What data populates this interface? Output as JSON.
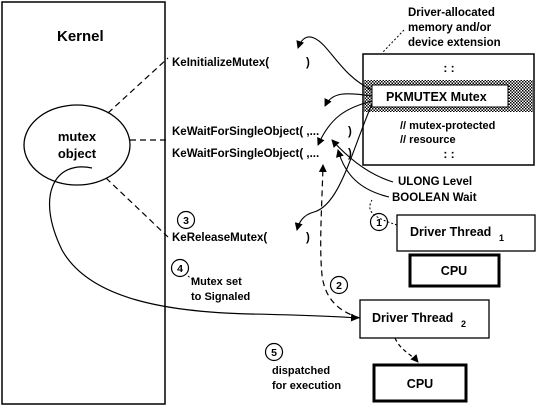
{
  "kernel": {
    "label": "Kernel",
    "mutex_line1": "mutex",
    "mutex_line2": "object"
  },
  "functions": {
    "initialize": "KeInitializeMutex(",
    "initialize_close": ")",
    "wait1": "KeWaitForSingleObject( ,...",
    "wait1_close": ")",
    "wait2": "KeWaitForSingleObject( ,...",
    "wait2_close": ")",
    "release": "KeReleaseMutex(",
    "release_close": ")"
  },
  "memory": {
    "caption_line1": "Driver-allocated",
    "caption_line2": "memory and/or",
    "caption_line3": "device extension",
    "dots_top": ":     :",
    "pkmutex": "PKMUTEX Mutex",
    "comment1": "// mutex-protected",
    "comment2": "// resource",
    "dots_bottom": ":     :"
  },
  "params": {
    "level": "ULONG Level",
    "wait": "BOOLEAN Wait"
  },
  "threads": {
    "thread1": "Driver Thread",
    "thread1_sub": "1",
    "thread2": "Driver Thread",
    "thread2_sub": "2"
  },
  "cpus": {
    "cpu1": "CPU",
    "cpu2": "CPU"
  },
  "steps": [
    {
      "num": "1"
    },
    {
      "num": "2"
    },
    {
      "num": "3"
    },
    {
      "num": "4",
      "label_line1": "Mutex set",
      "label_line2": "to Signaled"
    },
    {
      "num": "5",
      "label_line1": "dispatched",
      "label_line2": "for execution"
    }
  ]
}
